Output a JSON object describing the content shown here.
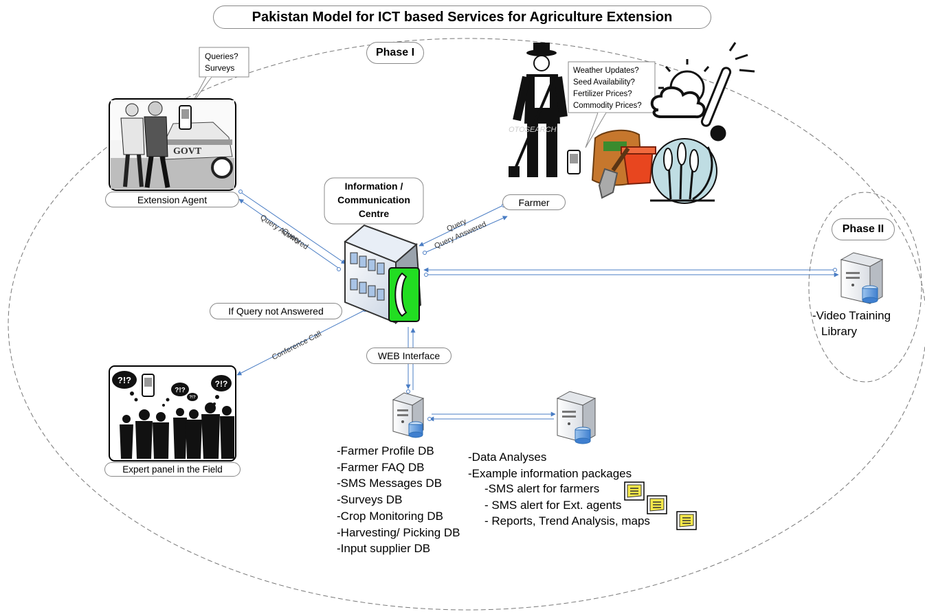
{
  "title": "Pakistan Model for ICT based Services for Agriculture Extension",
  "phase1": "Phase I",
  "phase2": "Phase II",
  "queries_bubble": [
    "Queries?",
    "Surveys"
  ],
  "farmer_bubble": [
    "Weather Updates?",
    "Seed Availability?",
    "Fertilizer Prices?",
    "Commodity Prices?"
  ],
  "extension_agent": "Extension Agent",
  "farmer": "Farmer",
  "centre": [
    "Information /",
    "Communication",
    "Centre"
  ],
  "govt_sign": "GOVT",
  "watermark": "OTOSEARCH",
  "conn_query": "Query",
  "conn_answered": "Query Answered",
  "if_not_answered": "If Query not Answered",
  "conference_call": "Conference Call",
  "web_interface": "WEB Interface",
  "expert_panel": "Expert panel in the Field",
  "expert_bubble": "?!?",
  "db_list": [
    "-Farmer Profile DB",
    "-Farmer FAQ DB",
    "-SMS Messages DB",
    "-Surveys DB",
    "-Crop Monitoring DB",
    "-Harvesting/ Picking DB",
    "-Input supplier DB"
  ],
  "analysis_list": [
    "-Data Analyses",
    "-Example information packages"
  ],
  "packages": [
    "-SMS alert for farmers",
    "- SMS alert for Ext. agents",
    "- Reports, Trend Analysis, maps"
  ],
  "video_library": [
    "-Video Training",
    "Library"
  ],
  "colors": {
    "ellipse_stroke": "#777777",
    "arrow": "#4a7dc4",
    "phone_green": "#22dd22",
    "server_blue": "#6fa7dd",
    "note_yellow": "#f5e84a",
    "pot_red": "#e8461f",
    "wheat_circle": "#bfdde3"
  }
}
